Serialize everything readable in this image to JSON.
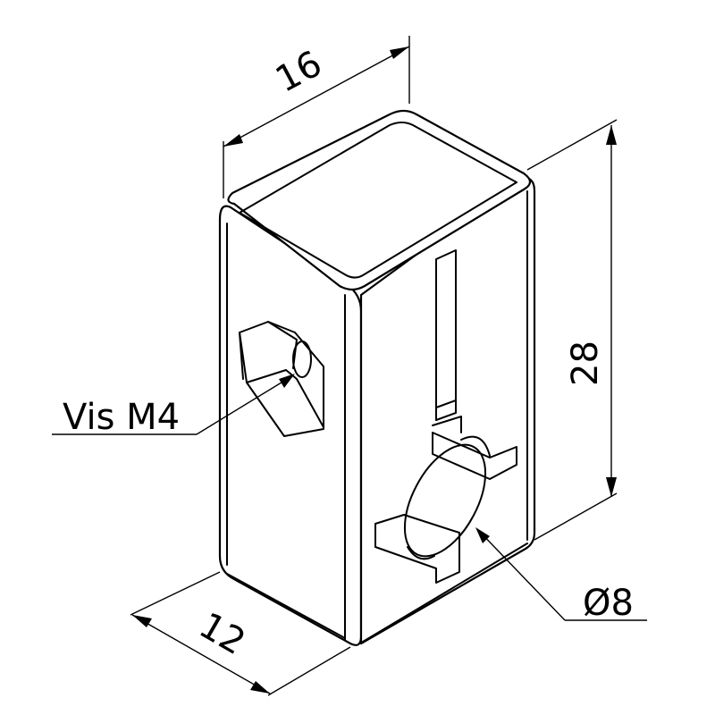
{
  "dimensions": {
    "width_label": "16",
    "depth_label": "12",
    "height_label": "28",
    "screw_label": "Vis M4",
    "hole_label": "Ø8"
  }
}
